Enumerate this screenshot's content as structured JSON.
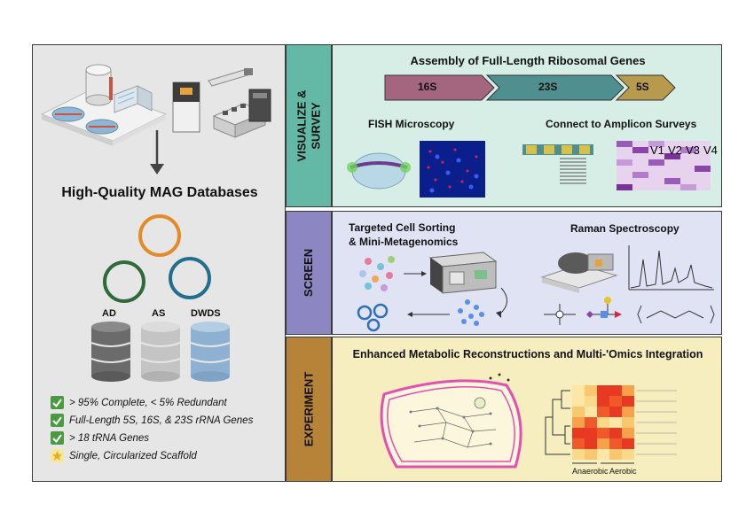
{
  "left": {
    "title": "High-Quality MAG Databases",
    "databases": [
      "AD",
      "AS",
      "DWDS"
    ],
    "checks": [
      "> 95% Complete, < 5% Redundant",
      "Full-Length 5S, 16S, & 23S rRNA Genes",
      "> 18 tRNA Genes"
    ],
    "star_item": "Single, Circularized Scaffold"
  },
  "visualize": {
    "label_line1": "VISUALIZE &",
    "label_line2": "SURVEY",
    "title": "Assembly of Full-Length Ribosomal Genes",
    "genes": [
      "16S",
      "23S",
      "5S"
    ],
    "fish": "FISH Microscopy",
    "connect": "Connect to Amplicon Surveys",
    "regions": [
      "V1",
      "V2",
      "V3",
      "V4"
    ]
  },
  "screen": {
    "label": "SCREEN",
    "sorting_line1": "Targeted Cell Sorting",
    "sorting_line2": "& Mini-Metagenomics",
    "raman": "Raman Spectroscopy"
  },
  "experiment": {
    "label": "EXPERIMENT",
    "title": "Enhanced Metabolic Reconstructions and Multi-'Omics Integration",
    "conditions": [
      "Anaerobic",
      "Aerobic"
    ]
  },
  "colors": {
    "visualize_bg": "#d7eee6",
    "visualize_label": "#63b9a6",
    "screen_bg": "#dfe3f4",
    "screen_label": "#8c87c3",
    "experiment_bg": "#f7eec0",
    "experiment_label": "#b68339",
    "gene_16s": "#a4657f",
    "gene_23s": "#4f8f8f",
    "gene_5s": "#b79a4e"
  }
}
